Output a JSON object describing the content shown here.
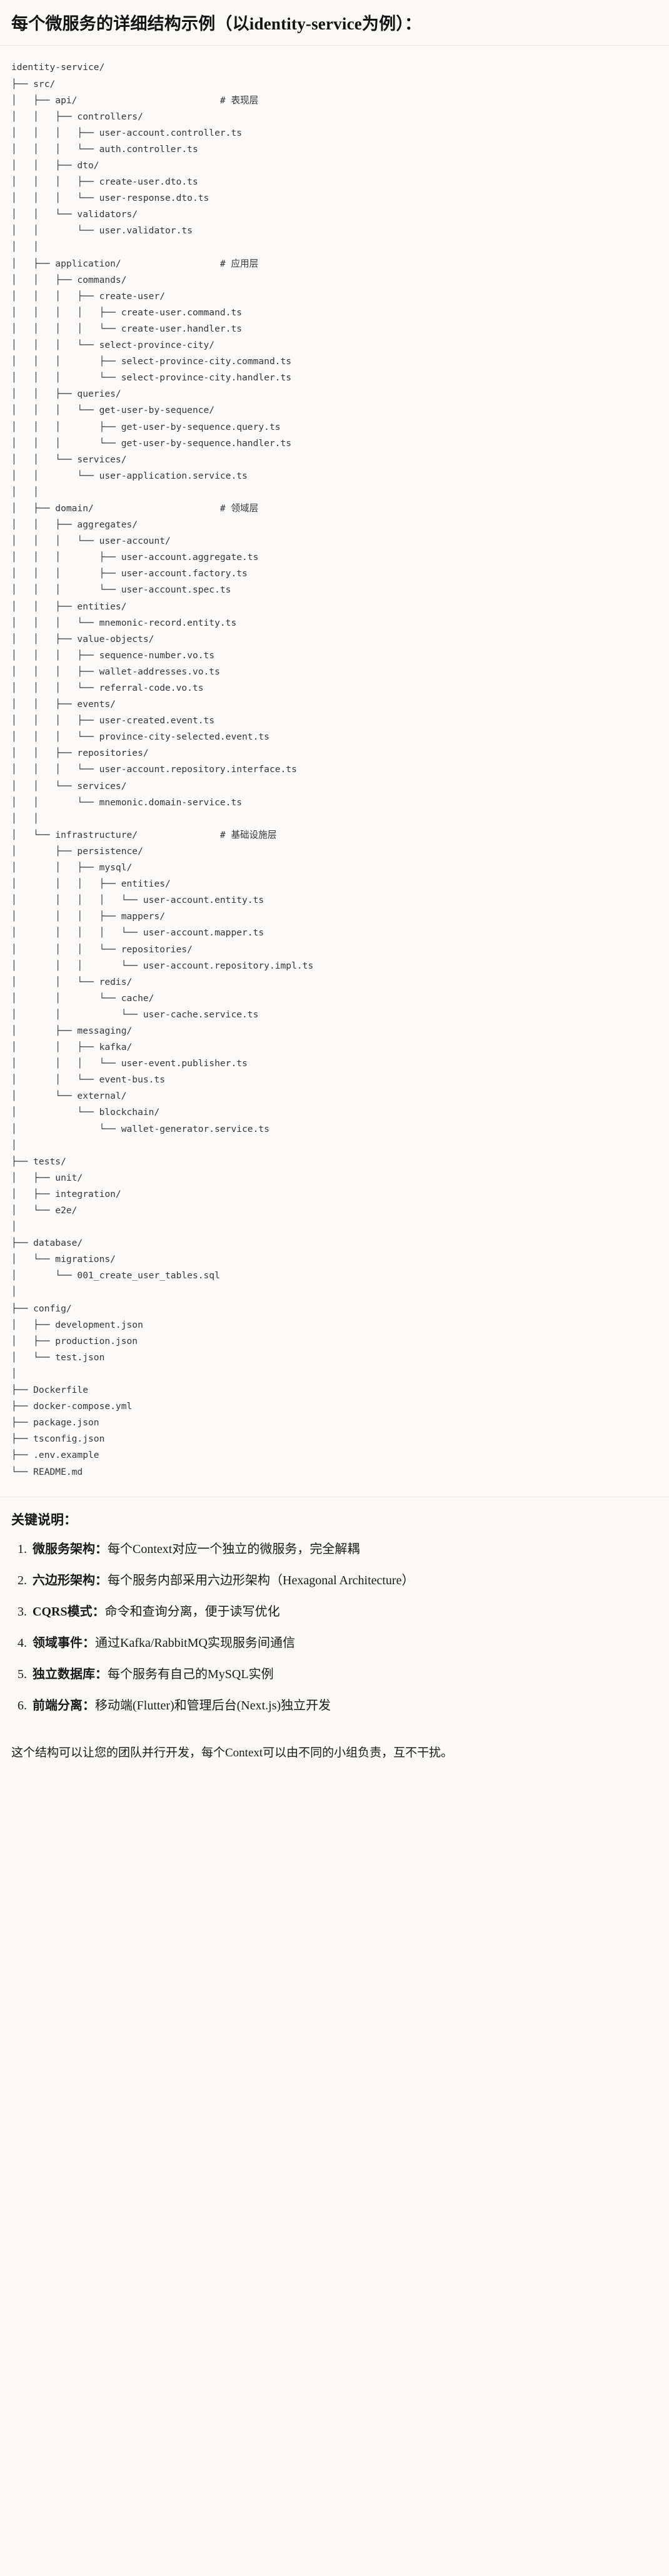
{
  "document": {
    "title": "每个微服务的详细结构示例（以identity-service为例）："
  },
  "tree": {
    "root": "identity-service/",
    "text": "identity-service/\n├── src/\n│   ├── api/                          # 表现层\n│   │   ├── controllers/\n│   │   │   ├── user-account.controller.ts\n│   │   │   └── auth.controller.ts\n│   │   ├── dto/\n│   │   │   ├── create-user.dto.ts\n│   │   │   └── user-response.dto.ts\n│   │   └── validators/\n│   │       └── user.validator.ts\n│   │\n│   ├── application/                  # 应用层\n│   │   ├── commands/\n│   │   │   ├── create-user/\n│   │   │   │   ├── create-user.command.ts\n│   │   │   │   └── create-user.handler.ts\n│   │   │   └── select-province-city/\n│   │   │       ├── select-province-city.command.ts\n│   │   │       └── select-province-city.handler.ts\n│   │   ├── queries/\n│   │   │   └── get-user-by-sequence/\n│   │   │       ├── get-user-by-sequence.query.ts\n│   │   │       └── get-user-by-sequence.handler.ts\n│   │   └── services/\n│   │       └── user-application.service.ts\n│   │\n│   ├── domain/                       # 领域层\n│   │   ├── aggregates/\n│   │   │   └── user-account/\n│   │   │       ├── user-account.aggregate.ts\n│   │   │       ├── user-account.factory.ts\n│   │   │       └── user-account.spec.ts\n│   │   ├── entities/\n│   │   │   └── mnemonic-record.entity.ts\n│   │   ├── value-objects/\n│   │   │   ├── sequence-number.vo.ts\n│   │   │   ├── wallet-addresses.vo.ts\n│   │   │   └── referral-code.vo.ts\n│   │   ├── events/\n│   │   │   ├── user-created.event.ts\n│   │   │   └── province-city-selected.event.ts\n│   │   ├── repositories/\n│   │   │   └── user-account.repository.interface.ts\n│   │   └── services/\n│   │       └── mnemonic.domain-service.ts\n│   │\n│   └── infrastructure/               # 基础设施层\n│       ├── persistence/\n│       │   ├── mysql/\n│       │   │   ├── entities/\n│       │   │   │   └── user-account.entity.ts\n│       │   │   ├── mappers/\n│       │   │   │   └── user-account.mapper.ts\n│       │   │   └── repositories/\n│       │   │       └── user-account.repository.impl.ts\n│       │   └── redis/\n│       │       └── cache/\n│       │           └── user-cache.service.ts\n│       ├── messaging/\n│       │   ├── kafka/\n│       │   │   └── user-event.publisher.ts\n│       │   └── event-bus.ts\n│       └── external/\n│           └── blockchain/\n│               └── wallet-generator.service.ts\n│\n├── tests/\n│   ├── unit/\n│   ├── integration/\n│   └── e2e/\n│\n├── database/\n│   └── migrations/\n│       └── 001_create_user_tables.sql\n│\n├── config/\n│   ├── development.json\n│   ├── production.json\n│   └── test.json\n│\n├── Dockerfile\n├── docker-compose.yml\n├── package.json\n├── tsconfig.json\n├── .env.example\n└── README.md",
    "layer_comments": [
      {
        "path": "api/",
        "comment": "# 表现层"
      },
      {
        "path": "application/",
        "comment": "# 应用层"
      },
      {
        "path": "domain/",
        "comment": "# 领域层"
      },
      {
        "path": "infrastructure/",
        "comment": "# 基础设施层"
      }
    ]
  },
  "notes": {
    "heading": "关键说明：",
    "items": [
      {
        "term": "微服务架构",
        "sep": "：",
        "desc": "每个Context对应一个独立的微服务，完全解耦"
      },
      {
        "term": "六边形架构",
        "sep": "：",
        "desc": "每个服务内部采用六边形架构（Hexagonal Architecture）"
      },
      {
        "term": "CQRS模式",
        "sep": "：",
        "desc": "命令和查询分离，便于读写优化"
      },
      {
        "term": "领域事件",
        "sep": "：",
        "desc": "通过Kafka/RabbitMQ实现服务间通信"
      },
      {
        "term": "独立数据库",
        "sep": "：",
        "desc": "每个服务有自己的MySQL实例"
      },
      {
        "term": "前端分离",
        "sep": "：",
        "desc": "移动端(Flutter)和管理后台(Next.js)独立开发"
      }
    ],
    "closing": "这个结构可以让您的团队并行开发，每个Context可以由不同的小组负责，互不干扰。"
  },
  "colors": {
    "page_background": "#faf9f6",
    "code_background": "#fbfaf8",
    "code_text": "#32373d",
    "heading_text": "#121212",
    "divider": "#e8e6e0"
  }
}
